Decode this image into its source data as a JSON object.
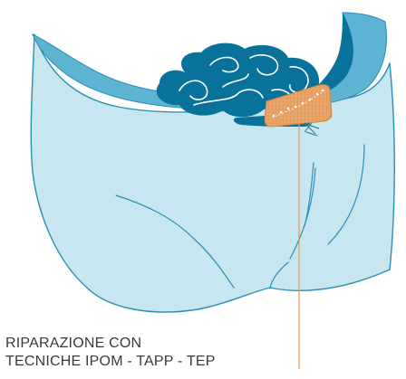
{
  "caption": {
    "line1": "RIPARAZIONE CON",
    "line2": "TECNICHE IPOM - TAPP - TEP"
  },
  "colors": {
    "background": "#ffffff",
    "body_fill": "#c8e6ef",
    "body_outline": "#2b8fb5",
    "peritoneum": "#5cb4d2",
    "intestine": "#08729a",
    "mesh_fill": "#e8a569",
    "mesh_stroke": "#c98545",
    "pointer_line": "#e4965a",
    "caption_text": "#3a3a3a"
  },
  "icons": {
    "mesh": "surgical-mesh-patch",
    "anatomy": "abdominal-cavity-cross-section"
  }
}
